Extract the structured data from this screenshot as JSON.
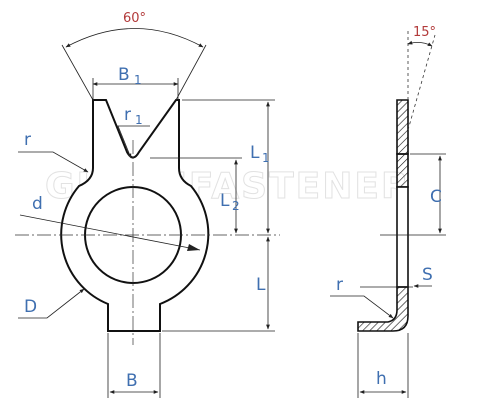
{
  "watermark": "GLOBEFASTENER",
  "labels": {
    "angle_v": "60°",
    "angle_bend": "15°",
    "B1_main": "B",
    "B1_sub": "1",
    "r1_main": "r",
    "r1_sub": "1",
    "r_left": "r",
    "L1_main": "L",
    "L1_sub": "1",
    "L2_main": "L",
    "L2_sub": "2",
    "d": "d",
    "D": "D",
    "L": "L",
    "B": "B",
    "C": "C",
    "r_right": "r",
    "S": "S",
    "h": "h"
  },
  "colors": {
    "label": "#3f6fb0",
    "angle": "#b23a3a",
    "outline": "#111111"
  }
}
